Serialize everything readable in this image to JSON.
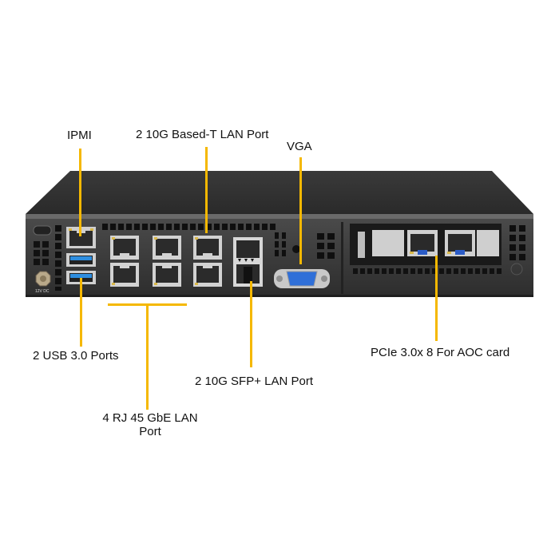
{
  "diagram": {
    "subject": "1U rack server rear I/O panel",
    "accent_color": "#f5b800",
    "callouts": [
      {
        "id": "ipmi",
        "text": "IPMI"
      },
      {
        "id": "10g-baset",
        "text": "2 10G Based-T LAN Port"
      },
      {
        "id": "vga",
        "text": "VGA"
      },
      {
        "id": "usb",
        "text": "2 USB 3.0 Ports"
      },
      {
        "id": "rj45",
        "text_line1": "4 RJ 45 GbE LAN",
        "text_line2": "Port"
      },
      {
        "id": "sfp",
        "text": "2 10G SFP+ LAN Port"
      },
      {
        "id": "pcie",
        "text": "PCIe 3.0x 8 For AOC card"
      }
    ],
    "power_label": "12V DC"
  }
}
